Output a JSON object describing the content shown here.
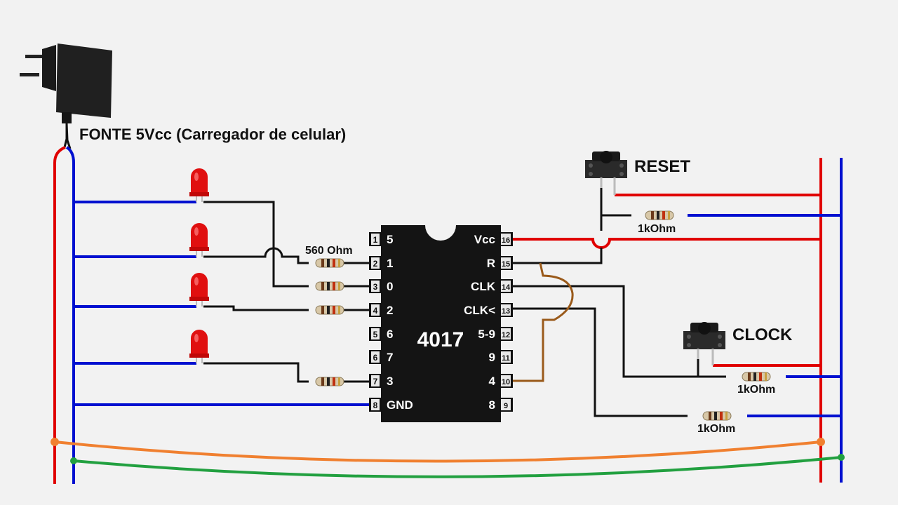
{
  "diagram": {
    "power_label": "FONTE 5Vcc (Carregador de celular)",
    "chip_label": "4017",
    "reset_label": "RESET",
    "clock_label": "CLOCK",
    "led_resistor_label": "560 Ohm",
    "reset_resistor_label": "1kOhm",
    "clock_resistor_label": "1kOhm",
    "clk_inhibit_resistor_label": "1kOhm",
    "left_pins": [
      {
        "num": "1",
        "name": "5"
      },
      {
        "num": "2",
        "name": "1"
      },
      {
        "num": "3",
        "name": "0"
      },
      {
        "num": "4",
        "name": "2"
      },
      {
        "num": "5",
        "name": "6"
      },
      {
        "num": "6",
        "name": "7"
      },
      {
        "num": "7",
        "name": "3"
      },
      {
        "num": "8",
        "name": "GND"
      }
    ],
    "right_pins": [
      {
        "num": "16",
        "name": "Vcc"
      },
      {
        "num": "15",
        "name": "R"
      },
      {
        "num": "14",
        "name": "CLK"
      },
      {
        "num": "13",
        "name": "CLK<"
      },
      {
        "num": "12",
        "name": "5-9"
      },
      {
        "num": "11",
        "name": "9"
      },
      {
        "num": "10",
        "name": "4"
      },
      {
        "num": "9",
        "name": "8"
      }
    ],
    "colors": {
      "positive_wire": "#e00000",
      "negative_wire": "#0010d0",
      "signal_wire": "#111111",
      "jumper_wire": "#9a5a1a",
      "orange_wire": "#f08030",
      "green_wire": "#22a040",
      "led": "#e01010",
      "chip_body": "#141414"
    }
  }
}
